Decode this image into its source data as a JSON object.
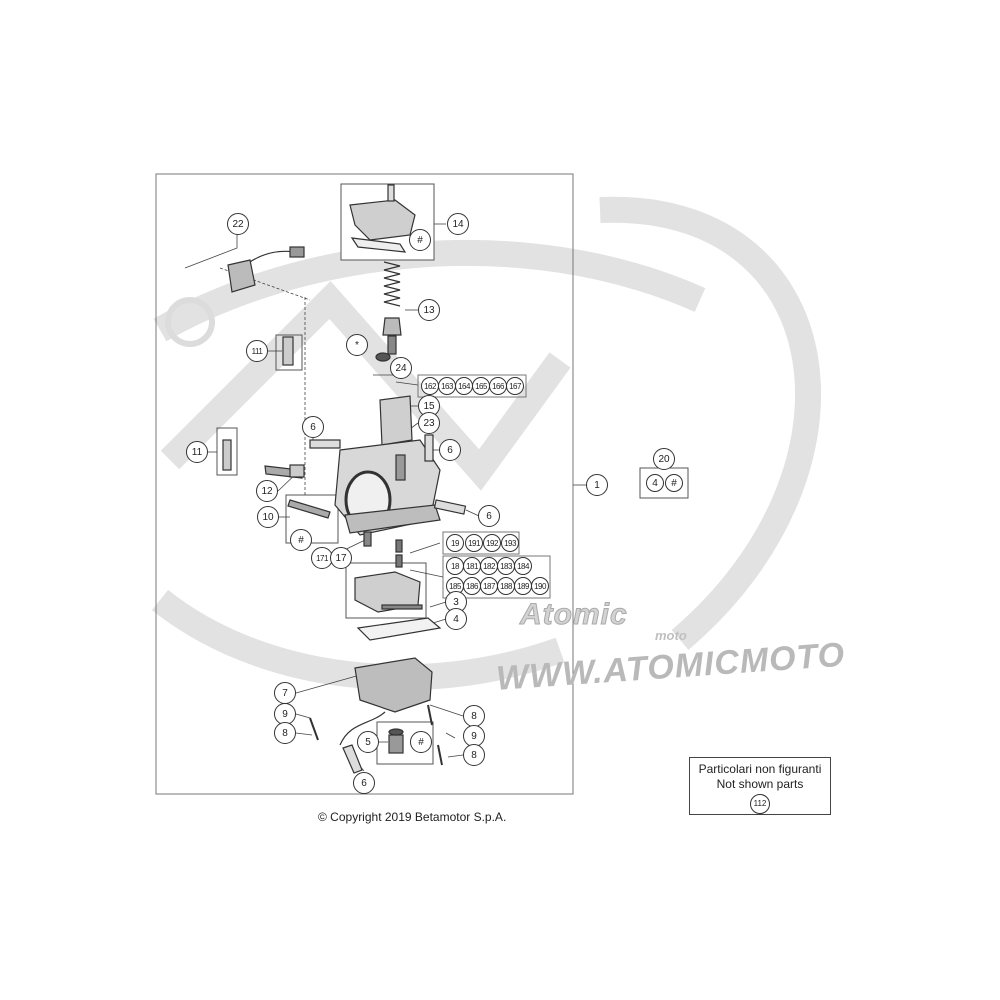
{
  "copyright": "© Copyright 2019 Betamotor S.p.A.",
  "not_shown_box": {
    "line1": "Particolari non figuranti",
    "line2": "Not shown parts",
    "ref": "112"
  },
  "watermark": {
    "url": "WWW.ATOMICMOTO",
    "logo": "Atomic",
    "logo_sub": "moto"
  },
  "callouts": [
    {
      "id": "22",
      "name": "callout-22"
    },
    {
      "id": "14",
      "name": "callout-14"
    },
    {
      "id": "#",
      "name": "callout-hash-14"
    },
    {
      "id": "13",
      "name": "callout-13"
    },
    {
      "id": "111",
      "name": "callout-111"
    },
    {
      "id": "*",
      "name": "callout-star"
    },
    {
      "id": "24",
      "name": "callout-24"
    },
    {
      "id": "162",
      "name": "callout-162"
    },
    {
      "id": "163",
      "name": "callout-163"
    },
    {
      "id": "164",
      "name": "callout-164"
    },
    {
      "id": "165",
      "name": "callout-165"
    },
    {
      "id": "166",
      "name": "callout-166"
    },
    {
      "id": "167",
      "name": "callout-167"
    },
    {
      "id": "15",
      "name": "callout-15"
    },
    {
      "id": "23",
      "name": "callout-23"
    },
    {
      "id": "6",
      "name": "callout-6-a"
    },
    {
      "id": "6",
      "name": "callout-6-b"
    },
    {
      "id": "11",
      "name": "callout-11"
    },
    {
      "id": "12",
      "name": "callout-12"
    },
    {
      "id": "1",
      "name": "callout-1"
    },
    {
      "id": "10",
      "name": "callout-10"
    },
    {
      "id": "6",
      "name": "callout-6-c"
    },
    {
      "id": "#",
      "name": "callout-hash-10"
    },
    {
      "id": "171",
      "name": "callout-171"
    },
    {
      "id": "17",
      "name": "callout-17"
    },
    {
      "id": "19",
      "name": "callout-19"
    },
    {
      "id": "191",
      "name": "callout-191"
    },
    {
      "id": "192",
      "name": "callout-192"
    },
    {
      "id": "193",
      "name": "callout-193"
    },
    {
      "id": "18",
      "name": "callout-18"
    },
    {
      "id": "181",
      "name": "callout-181"
    },
    {
      "id": "182",
      "name": "callout-182"
    },
    {
      "id": "183",
      "name": "callout-183"
    },
    {
      "id": "184",
      "name": "callout-184"
    },
    {
      "id": "185",
      "name": "callout-185"
    },
    {
      "id": "186",
      "name": "callout-186"
    },
    {
      "id": "187",
      "name": "callout-187"
    },
    {
      "id": "188",
      "name": "callout-188"
    },
    {
      "id": "189",
      "name": "callout-189"
    },
    {
      "id": "190",
      "name": "callout-190"
    },
    {
      "id": "3",
      "name": "callout-3"
    },
    {
      "id": "4",
      "name": "callout-4"
    },
    {
      "id": "7",
      "name": "callout-7"
    },
    {
      "id": "8",
      "name": "callout-8-a"
    },
    {
      "id": "9",
      "name": "callout-9-a"
    },
    {
      "id": "8",
      "name": "callout-8-b"
    },
    {
      "id": "5",
      "name": "callout-5"
    },
    {
      "id": "#",
      "name": "callout-hash-5"
    },
    {
      "id": "9",
      "name": "callout-9-b"
    },
    {
      "id": "8",
      "name": "callout-8-c"
    },
    {
      "id": "6",
      "name": "callout-6-d"
    },
    {
      "id": "20",
      "name": "callout-20"
    },
    {
      "id": "4",
      "name": "callout-4-kit"
    },
    {
      "id": "#",
      "name": "callout-hash-kit"
    }
  ]
}
